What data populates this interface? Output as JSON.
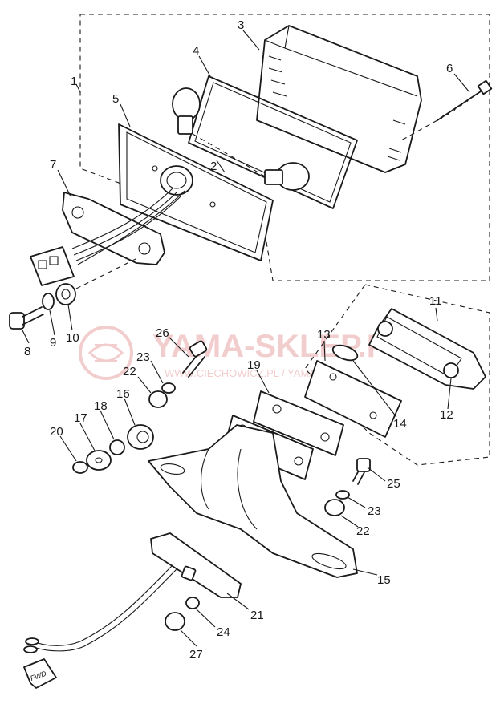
{
  "diagram": {
    "type": "exploded-parts-diagram",
    "colors": {
      "line": "#1a1a1a",
      "watermark": "#e8a6a6",
      "background": "#ffffff"
    },
    "callouts": [
      "1",
      "2",
      "3",
      "4",
      "5",
      "6",
      "7",
      "8",
      "9",
      "10",
      "11",
      "12",
      "13",
      "14",
      "15",
      "16",
      "17",
      "18",
      "19",
      "20",
      "21",
      "22",
      "22",
      "23",
      "23",
      "24",
      "25",
      "26",
      "27"
    ],
    "labels": {
      "n1": "1",
      "n2": "2",
      "n3": "3",
      "n4": "4",
      "n5": "5",
      "n6": "6",
      "n7": "7",
      "n8": "8",
      "n9": "9",
      "n10": "10",
      "n11": "11",
      "n12": "12",
      "n13": "13",
      "n14": "14",
      "n15": "15",
      "n16": "16",
      "n17": "17",
      "n18": "18",
      "n19": "19",
      "n20": "20",
      "n21": "21",
      "n22a": "22",
      "n22b": "22",
      "n23a": "23",
      "n23b": "23",
      "n24": "24",
      "n25": "25",
      "n26": "26",
      "n27": "27"
    },
    "arrow_marking": "FWD"
  },
  "watermark": {
    "name": "YAMA-SKLEP.PL",
    "address": "WWW.CIECHOWICZ.PL / YAMAHA",
    "logo_icon": "yamaha-shop-logo-icon"
  }
}
